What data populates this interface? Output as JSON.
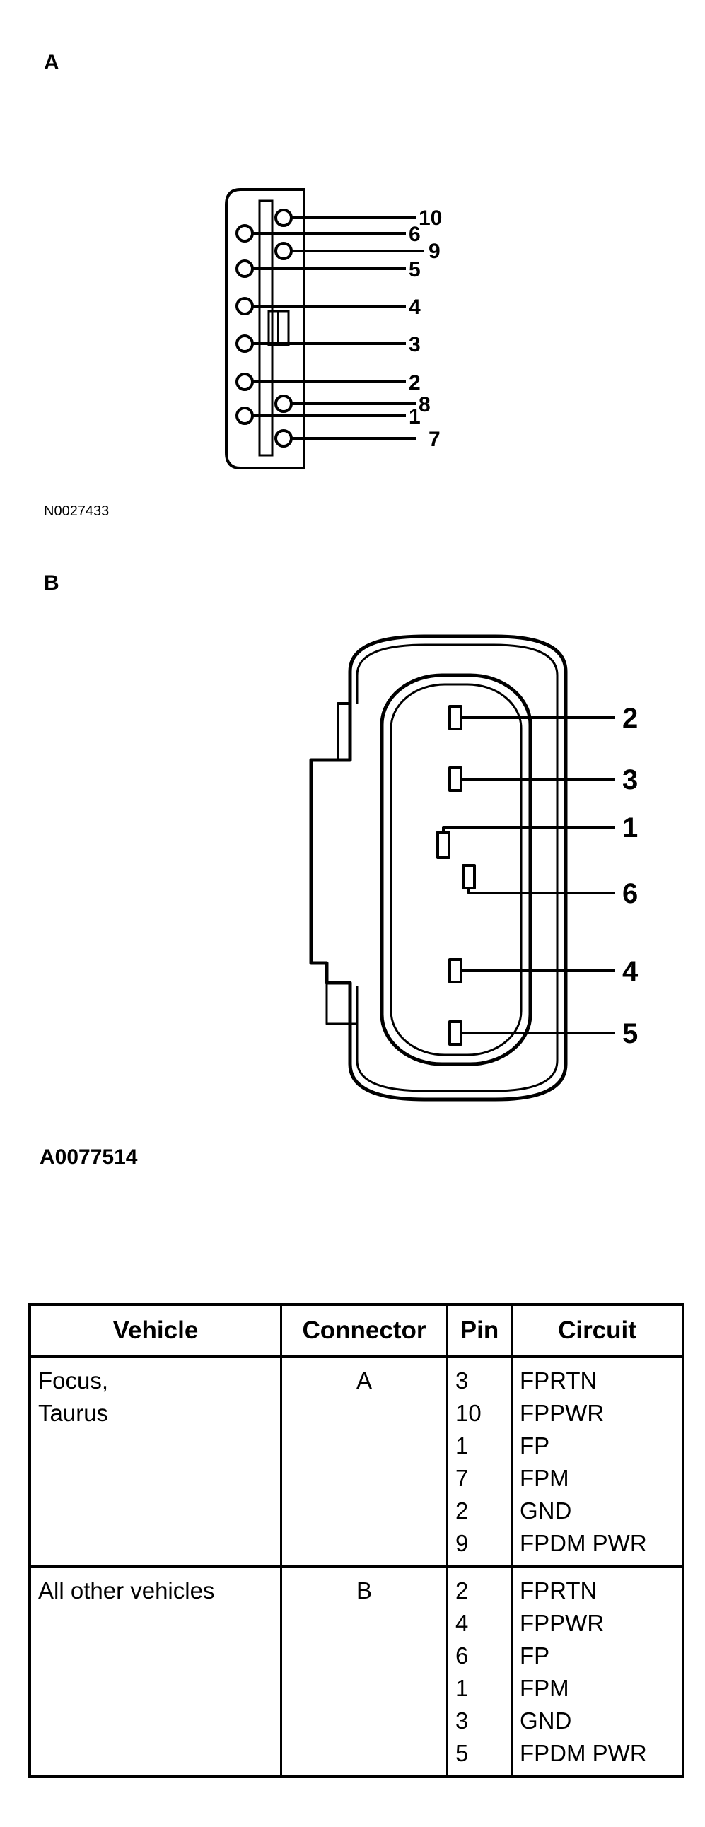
{
  "diagram_a": {
    "label": "A",
    "figure_id": "N0027433",
    "pin_numbers": [
      "10",
      "6",
      "9",
      "5",
      "4",
      "3",
      "2",
      "8",
      "1",
      "7"
    ]
  },
  "diagram_b": {
    "label": "B",
    "figure_id": "A0077514",
    "pin_numbers": [
      "2",
      "3",
      "1",
      "6",
      "4",
      "5"
    ]
  },
  "table": {
    "headers": [
      "Vehicle",
      "Connector",
      "Pin",
      "Circuit"
    ],
    "rows": [
      {
        "vehicle": [
          "Focus,",
          "Taurus"
        ],
        "connector": "A",
        "pins": [
          "3",
          "10",
          "1",
          "7",
          "2",
          "9"
        ],
        "circuits": [
          "FPRTN",
          "FPPWR",
          "FP",
          "FPM",
          "GND",
          "FPDM PWR"
        ]
      },
      {
        "vehicle": [
          "All other vehicles"
        ],
        "connector": "B",
        "pins": [
          "2",
          "4",
          "6",
          "1",
          "3",
          "5"
        ],
        "circuits": [
          "FPRTN",
          "FPPWR",
          "FP",
          "FPM",
          "GND",
          "FPDM PWR"
        ]
      }
    ]
  }
}
